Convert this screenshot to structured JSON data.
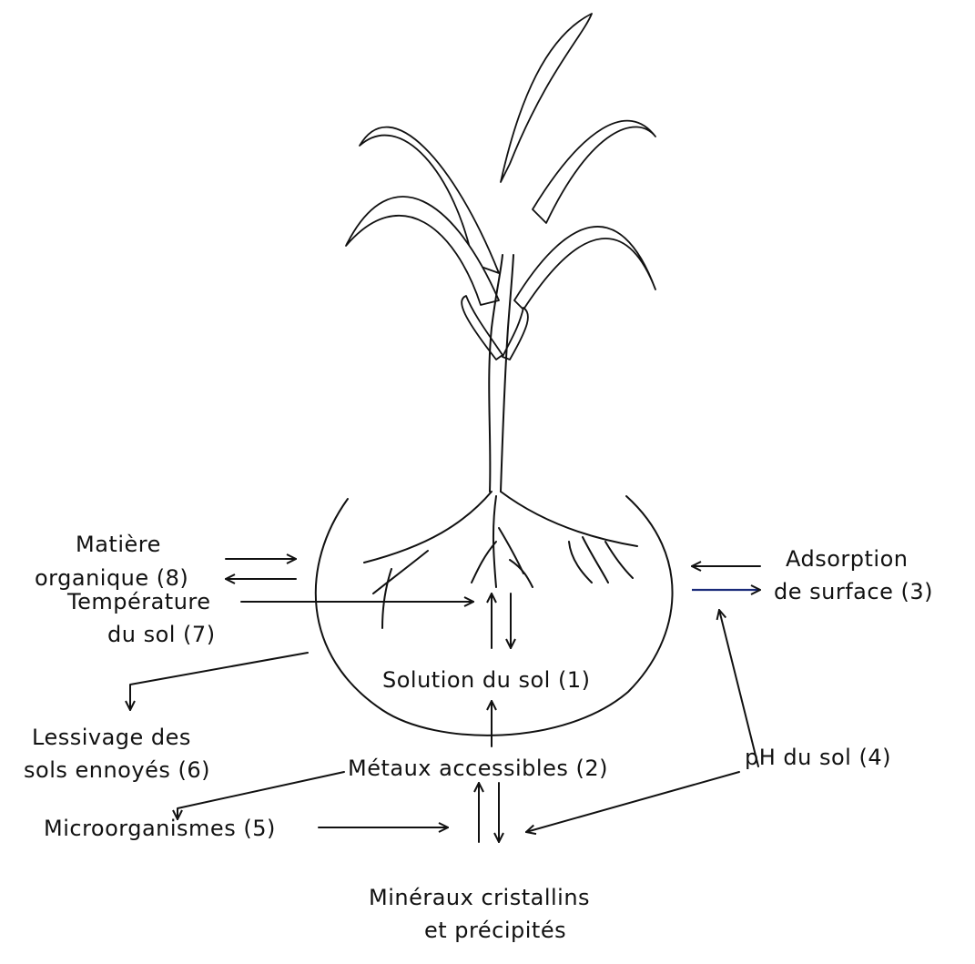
{
  "labels": {
    "solution": "Solution du sol (1)",
    "metaux": "Métaux accessibles (2)",
    "adsorption_1": "Adsorption",
    "adsorption_2": "de surface (3)",
    "ph": "pH du sol (4)",
    "microorganismes": "Microorganismes (5)",
    "lessivage_1": "Lessivage des",
    "lessivage_2": "sols ennoyés (6)",
    "temperature_1": "Température",
    "temperature_2": "du sol (7)",
    "matiere_1": "Matière",
    "matiere_2": "organique (8)",
    "mineraux_1": "Minéraux cristallins",
    "mineraux_2": "et précipités"
  },
  "colors": {
    "ink": "#111111",
    "accent_line": "#1a2a7a",
    "background": "#ffffff"
  }
}
